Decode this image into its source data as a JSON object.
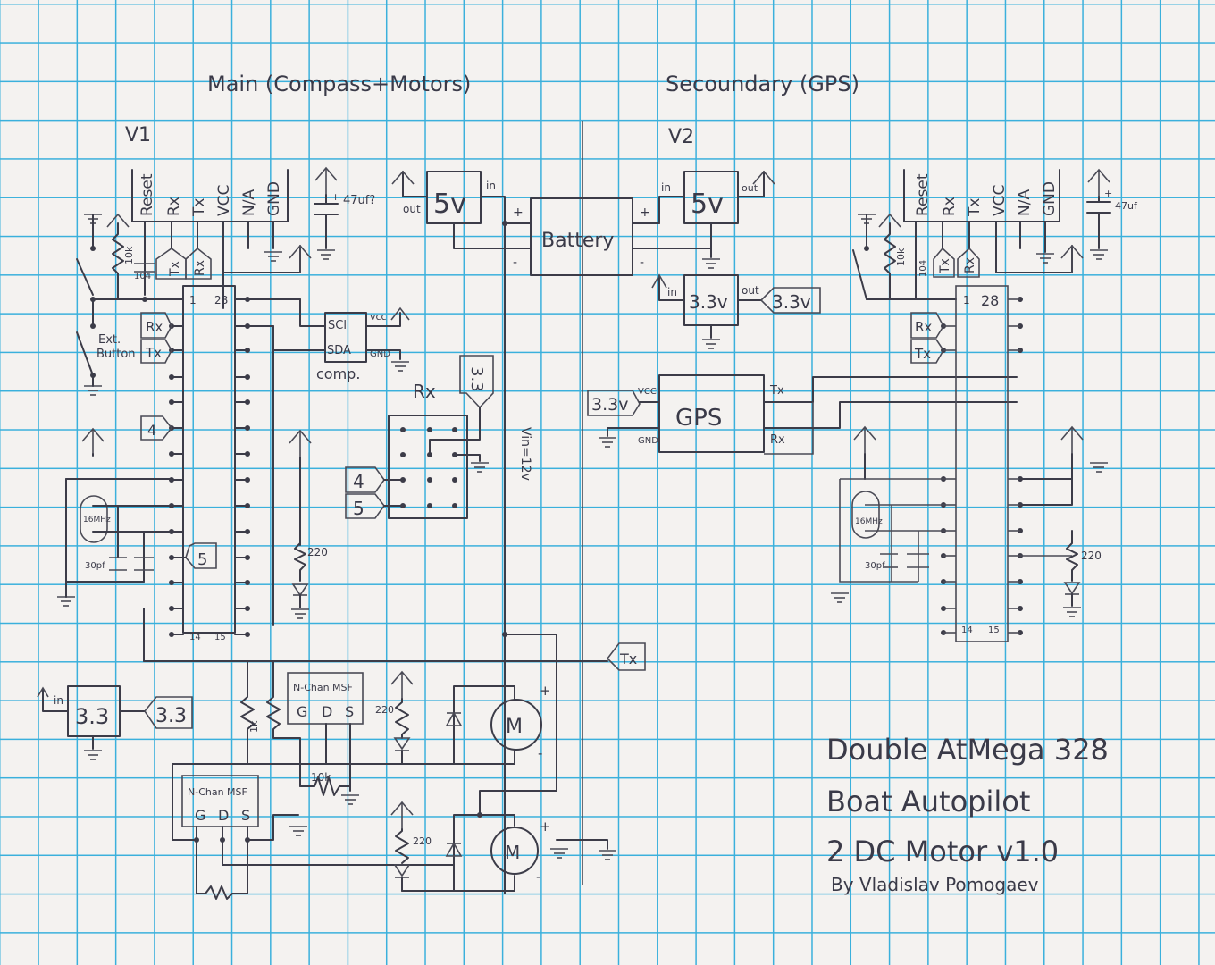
{
  "title": {
    "main_section": "Main (Compass+Motors)",
    "secondary_section": "Secoundary (GPS)",
    "v1": "V1",
    "v2": "V2"
  },
  "main": {
    "header_pins": [
      "Reset",
      "Rx",
      "Tx",
      "VCC",
      "N/A",
      "GND"
    ],
    "reset_resistor": "10k",
    "reset_cap": "104",
    "tx_tag": "Tx",
    "rx_tag": "Rx",
    "cap_47": "47uf?",
    "chip_pin1": "1",
    "chip_pin28": "28",
    "chip_pin14": "14",
    "chip_pin15": "15",
    "rx_port": "Rx",
    "tx_port": "Tx",
    "ext_button": [
      "Ext.",
      "Button"
    ],
    "port_4": "4",
    "port_5": "5",
    "crystal": "16MHz",
    "crystal_cap": "30pf",
    "led_resistor": "220",
    "compass": {
      "sci": "SCl",
      "sda": "SDA",
      "vcc": "vcc",
      "gnd": "GND",
      "label": "comp."
    },
    "reg5": {
      "label": "5v",
      "in": "in",
      "out": "out"
    },
    "rx_receiver": {
      "label": "Rx",
      "port_33": "3.3",
      "port_4": "4",
      "port_5": "5"
    },
    "vin": "Vin=12v",
    "reg33": {
      "label": "3.3",
      "in": "in",
      "port": "3.3"
    },
    "mosfet1": {
      "label": "N-Chan MSF",
      "g": "G",
      "d": "D",
      "s": "S",
      "gate_resistor": "1k"
    },
    "mosfet2": {
      "label": "N-Chan MSF",
      "g": "G",
      "d": "D",
      "s": "S"
    },
    "pulldown": "10k",
    "motor_led_r1": "220",
    "motor_led_r2": "220",
    "motor1": {
      "label": "M",
      "plus": "+",
      "minus": "-"
    },
    "motor2": {
      "label": "M",
      "plus": "+",
      "minus": "-"
    },
    "tx_out": "Tx"
  },
  "power": {
    "battery": "Battery",
    "plus": "+",
    "minus": "-"
  },
  "secondary": {
    "reg5": {
      "label": "5v",
      "in": "in",
      "out": "out"
    },
    "reg33": {
      "label": "3.3v",
      "in": "in",
      "out": "out",
      "port": "3.3v"
    },
    "gps": {
      "label": "GPS",
      "vcc": "VCC",
      "gnd": "GND",
      "tx": "Tx",
      "rx": "Rx",
      "port": "3.3v"
    },
    "header_pins": [
      "Reset",
      "Rx",
      "Tx",
      "VCC",
      "N/A",
      "GND"
    ],
    "reset_resistor": "10k",
    "reset_cap": "104",
    "tx_tag": "Tx",
    "rx_tag": "Rx",
    "cap_47": "47uf",
    "chip_pin1": "1",
    "chip_pin28": "28",
    "chip_pin14": "14",
    "chip_pin15": "15",
    "rx_port": "Rx",
    "tx_port": "Tx",
    "crystal": "16MHz",
    "crystal_cap": "30pf",
    "led_resistor": "220"
  },
  "title_block": {
    "line1": "Double AtMega 328",
    "line2": "Boat Autopilot",
    "line3": "2 DC Motor v1.0",
    "author": "By Vladislav Pomogaev"
  }
}
